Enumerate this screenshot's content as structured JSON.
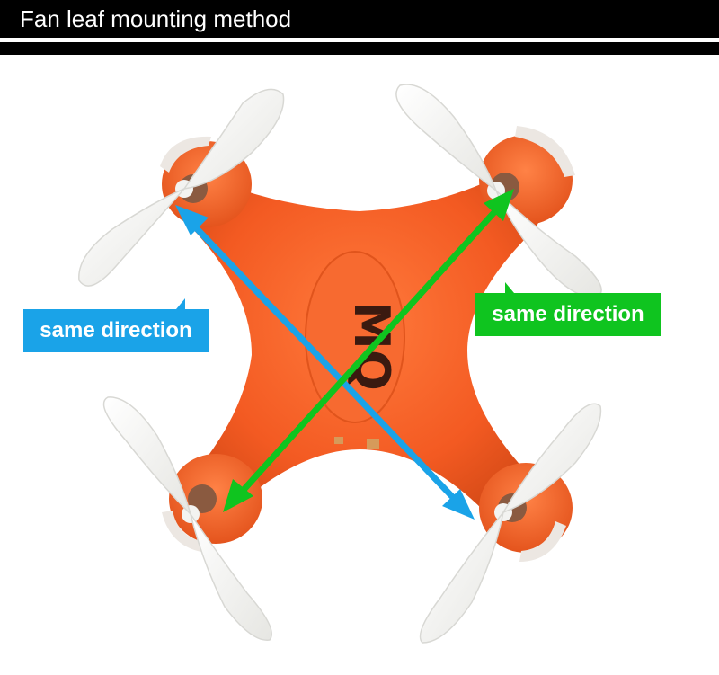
{
  "header": {
    "title": "Fan leaf mounting method"
  },
  "labels": {
    "left": "same direction",
    "right": "same direction"
  },
  "colors": {
    "blue": "#1aa3e8",
    "green": "#0fc41f",
    "drone_body": "#f4622a",
    "propeller": "#f6f6f4"
  },
  "logo_text": "MQ"
}
